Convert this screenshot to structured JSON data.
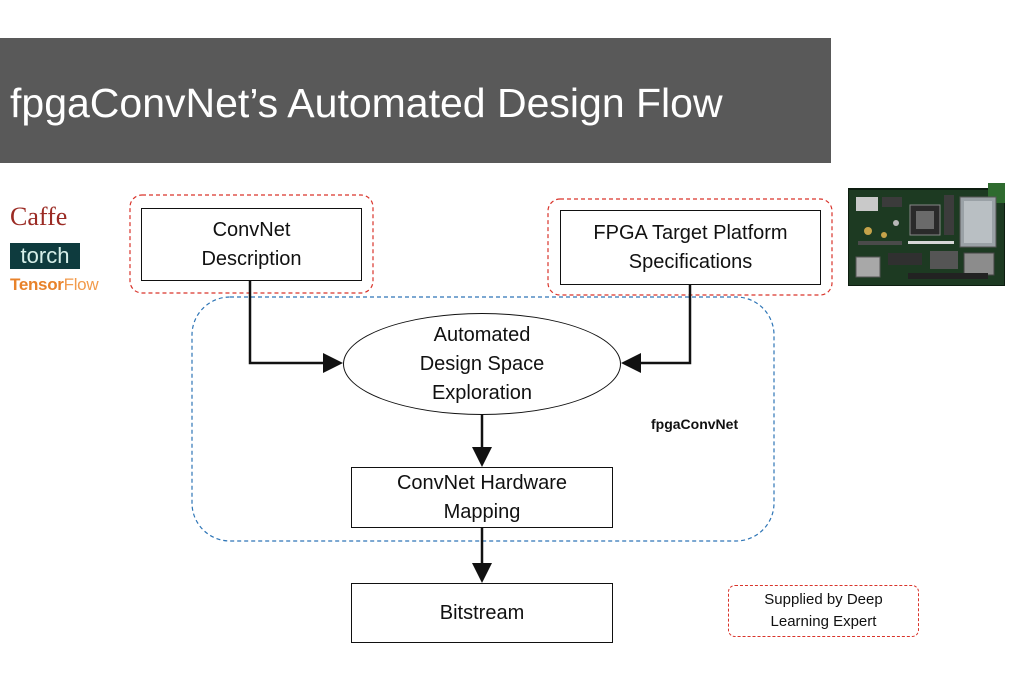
{
  "title": "fpgaConvNet’s Automated Design Flow",
  "logos": {
    "caffe": "Caffe",
    "torch": "torch",
    "tensorflow_bold": "Tensor",
    "tensorflow_light": "Flow"
  },
  "nodes": {
    "convnet_description": "ConvNet\nDescription",
    "fpga_spec": "FPGA Target Platform\nSpecifications",
    "dse": "Automated\nDesign Space\nExploration",
    "hw_mapping": "ConvNet Hardware\nMapping",
    "bitstream": "Bitstream"
  },
  "framework_label": "fpgaConvNet",
  "legend": "Supplied by Deep\nLearning Expert",
  "colors": {
    "title_bar": "#595959",
    "expert_border": "#d9342b",
    "framework_border": "#2e75b6"
  }
}
